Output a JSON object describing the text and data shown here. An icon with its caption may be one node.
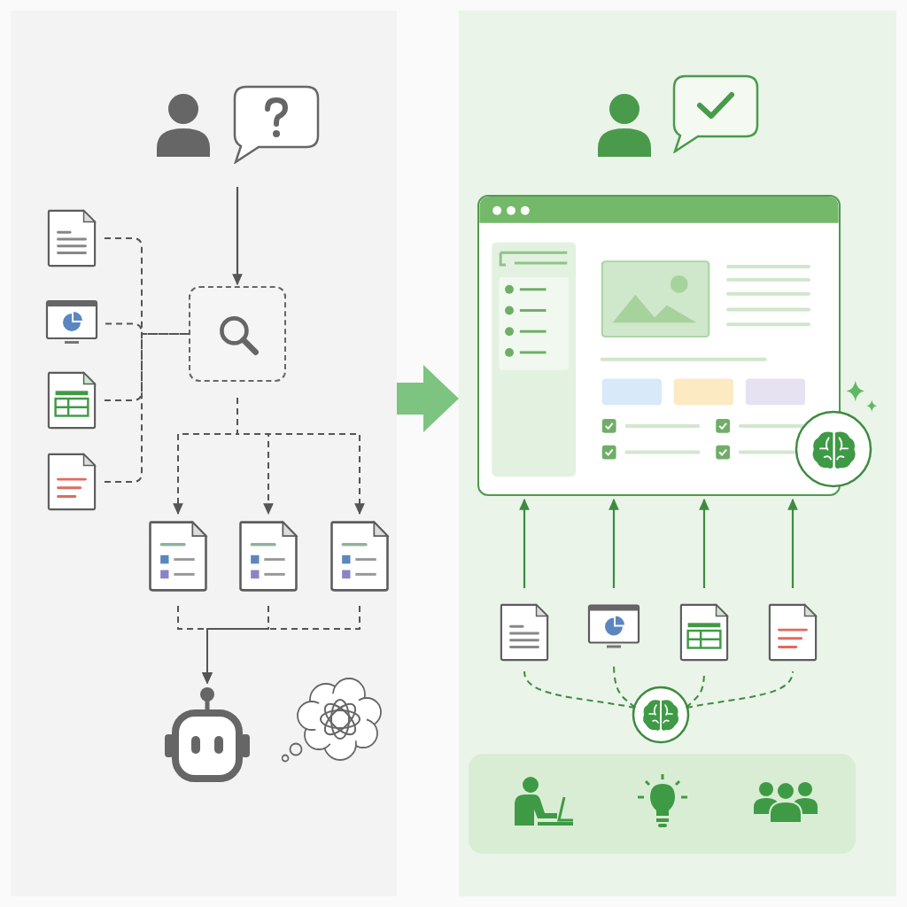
{
  "diagram": {
    "nodes": [
      {
        "text": [],
        "shape": "box"
      },
      {
        "text": [],
        "shape": "bubble",
        "in": 0
      },
      {
        "text": [],
        "shape": "box",
        "in": 0
      },
      {
        "text": [],
        "shape": "document",
        "in": 0
      },
      {
        "text": [],
        "shape": "monitor",
        "in": 0
      },
      {
        "text": [],
        "shape": "document",
        "in": 0
      },
      {
        "text": [],
        "shape": "document",
        "in": 0
      },
      {
        "text": [],
        "shape": "document",
        "in": 0
      },
      {
        "text": [],
        "shape": "document",
        "in": 0
      },
      {
        "text": [],
        "shape": "document",
        "in": 0
      },
      {
        "text": [],
        "shape": "robot",
        "in": 0
      },
      {
        "text": [],
        "shape": "box"
      },
      {
        "text": [],
        "shape": "window",
        "in": 11
      },
      {
        "text": [],
        "shape": "document",
        "in": 11
      },
      {
        "text": [],
        "shape": "monitor",
        "in": 11
      },
      {
        "text": [],
        "shape": "document",
        "in": 11
      },
      {
        "text": [],
        "shape": "document",
        "in": 11
      },
      {
        "text": [],
        "shape": "circle",
        "in": 11
      }
    ],
    "edges": [
      {
        "from": 3,
        "to": 2,
        "arrow": "none",
        "style": "dashed"
      },
      {
        "from": 4,
        "to": 2,
        "arrow": "none",
        "style": "dashed"
      },
      {
        "from": 5,
        "to": 2,
        "arrow": "none",
        "style": "dashed"
      },
      {
        "from": 6,
        "to": 2,
        "arrow": "none",
        "style": "dashed"
      },
      {
        "from": 1,
        "to": 2,
        "arrow": "to"
      },
      {
        "from": 2,
        "to": 7,
        "arrow": "to",
        "style": "dashed"
      },
      {
        "from": 2,
        "to": 8,
        "arrow": "to",
        "style": "dashed"
      },
      {
        "from": 2,
        "to": 9,
        "arrow": "to",
        "style": "dashed"
      },
      {
        "from": 7,
        "to": 10,
        "arrow": "to",
        "style": "dashed"
      },
      {
        "from": 8,
        "to": 10,
        "arrow": "to",
        "style": "dashed"
      },
      {
        "from": 9,
        "to": 10,
        "arrow": "to",
        "style": "dashed"
      },
      {
        "from": 0,
        "to": 11,
        "arrow": "to",
        "style": "thick",
        "color": "#7cc47f"
      },
      {
        "from": 13,
        "to": 12,
        "arrow": "to",
        "color": "#3d8b40"
      },
      {
        "from": 14,
        "to": 12,
        "arrow": "to",
        "color": "#3d8b40"
      },
      {
        "from": 15,
        "to": 12,
        "arrow": "to",
        "color": "#3d8b40"
      },
      {
        "from": 16,
        "to": 12,
        "arrow": "to",
        "color": "#3d8b40"
      },
      {
        "from": 17,
        "to": 13,
        "arrow": "none",
        "style": "dashed",
        "color": "#3d8b40"
      },
      {
        "from": 17,
        "to": 14,
        "arrow": "none",
        "style": "dashed",
        "color": "#3d8b40"
      },
      {
        "from": 17,
        "to": 15,
        "arrow": "none",
        "style": "dashed",
        "color": "#3d8b40"
      },
      {
        "from": 17,
        "to": 16,
        "arrow": "none",
        "style": "dashed",
        "color": "#3d8b40"
      }
    ]
  }
}
